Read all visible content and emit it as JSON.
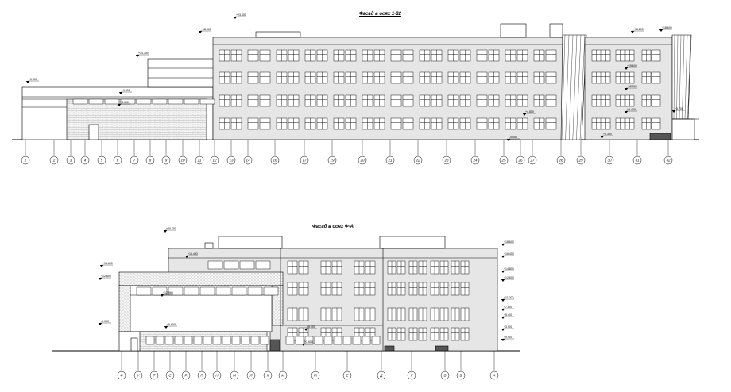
{
  "drawing": {
    "top_title": "Фасад в осях 1-32",
    "bottom_title": "Фасад в осях Ф-А"
  },
  "top_facade": {
    "axis_labels": [
      "1",
      "2",
      "3",
      "4",
      "5",
      "6",
      "7",
      "8",
      "9",
      "10",
      "11",
      "12",
      "13",
      "14",
      "16",
      "17",
      "19",
      "20",
      "21",
      "22",
      "23",
      "24",
      "25",
      "26",
      "27",
      "28",
      "29",
      "30",
      "31",
      "32"
    ],
    "elevation_marks": [
      "+23.400",
      "+18.500",
      "+14.700",
      "+9.000",
      "+4.300",
      "+0.000",
      "-0.050",
      "+18.200",
      "+18.600",
      "+15.600",
      "+12.000",
      "+8.400",
      "+4.800",
      "+3.700",
      "+0.300"
    ]
  },
  "bottom_facade": {
    "axis_labels": [
      "Ф",
      "У",
      "Т",
      "С",
      "Р",
      "П",
      "Н",
      "М",
      "Л",
      "К",
      "И",
      "Ж",
      "Е",
      "Д",
      "Г",
      "В",
      "Б",
      "А"
    ],
    "elevation_marks": [
      "+20.700",
      "+18.600",
      "+16.450",
      "+12.960",
      "+9.600",
      "+12.600",
      "+8.000",
      "+3.600",
      "-0.050",
      "+18.600",
      "+16.400",
      "+14.800",
      "+12.600",
      "+11.000",
      "+7.600",
      "+5.400",
      "+3.900",
      "+0.900"
    ]
  },
  "colors": {
    "line": "#000000",
    "hatch": "#9a9a9a",
    "fill": "#e9e9e9"
  }
}
